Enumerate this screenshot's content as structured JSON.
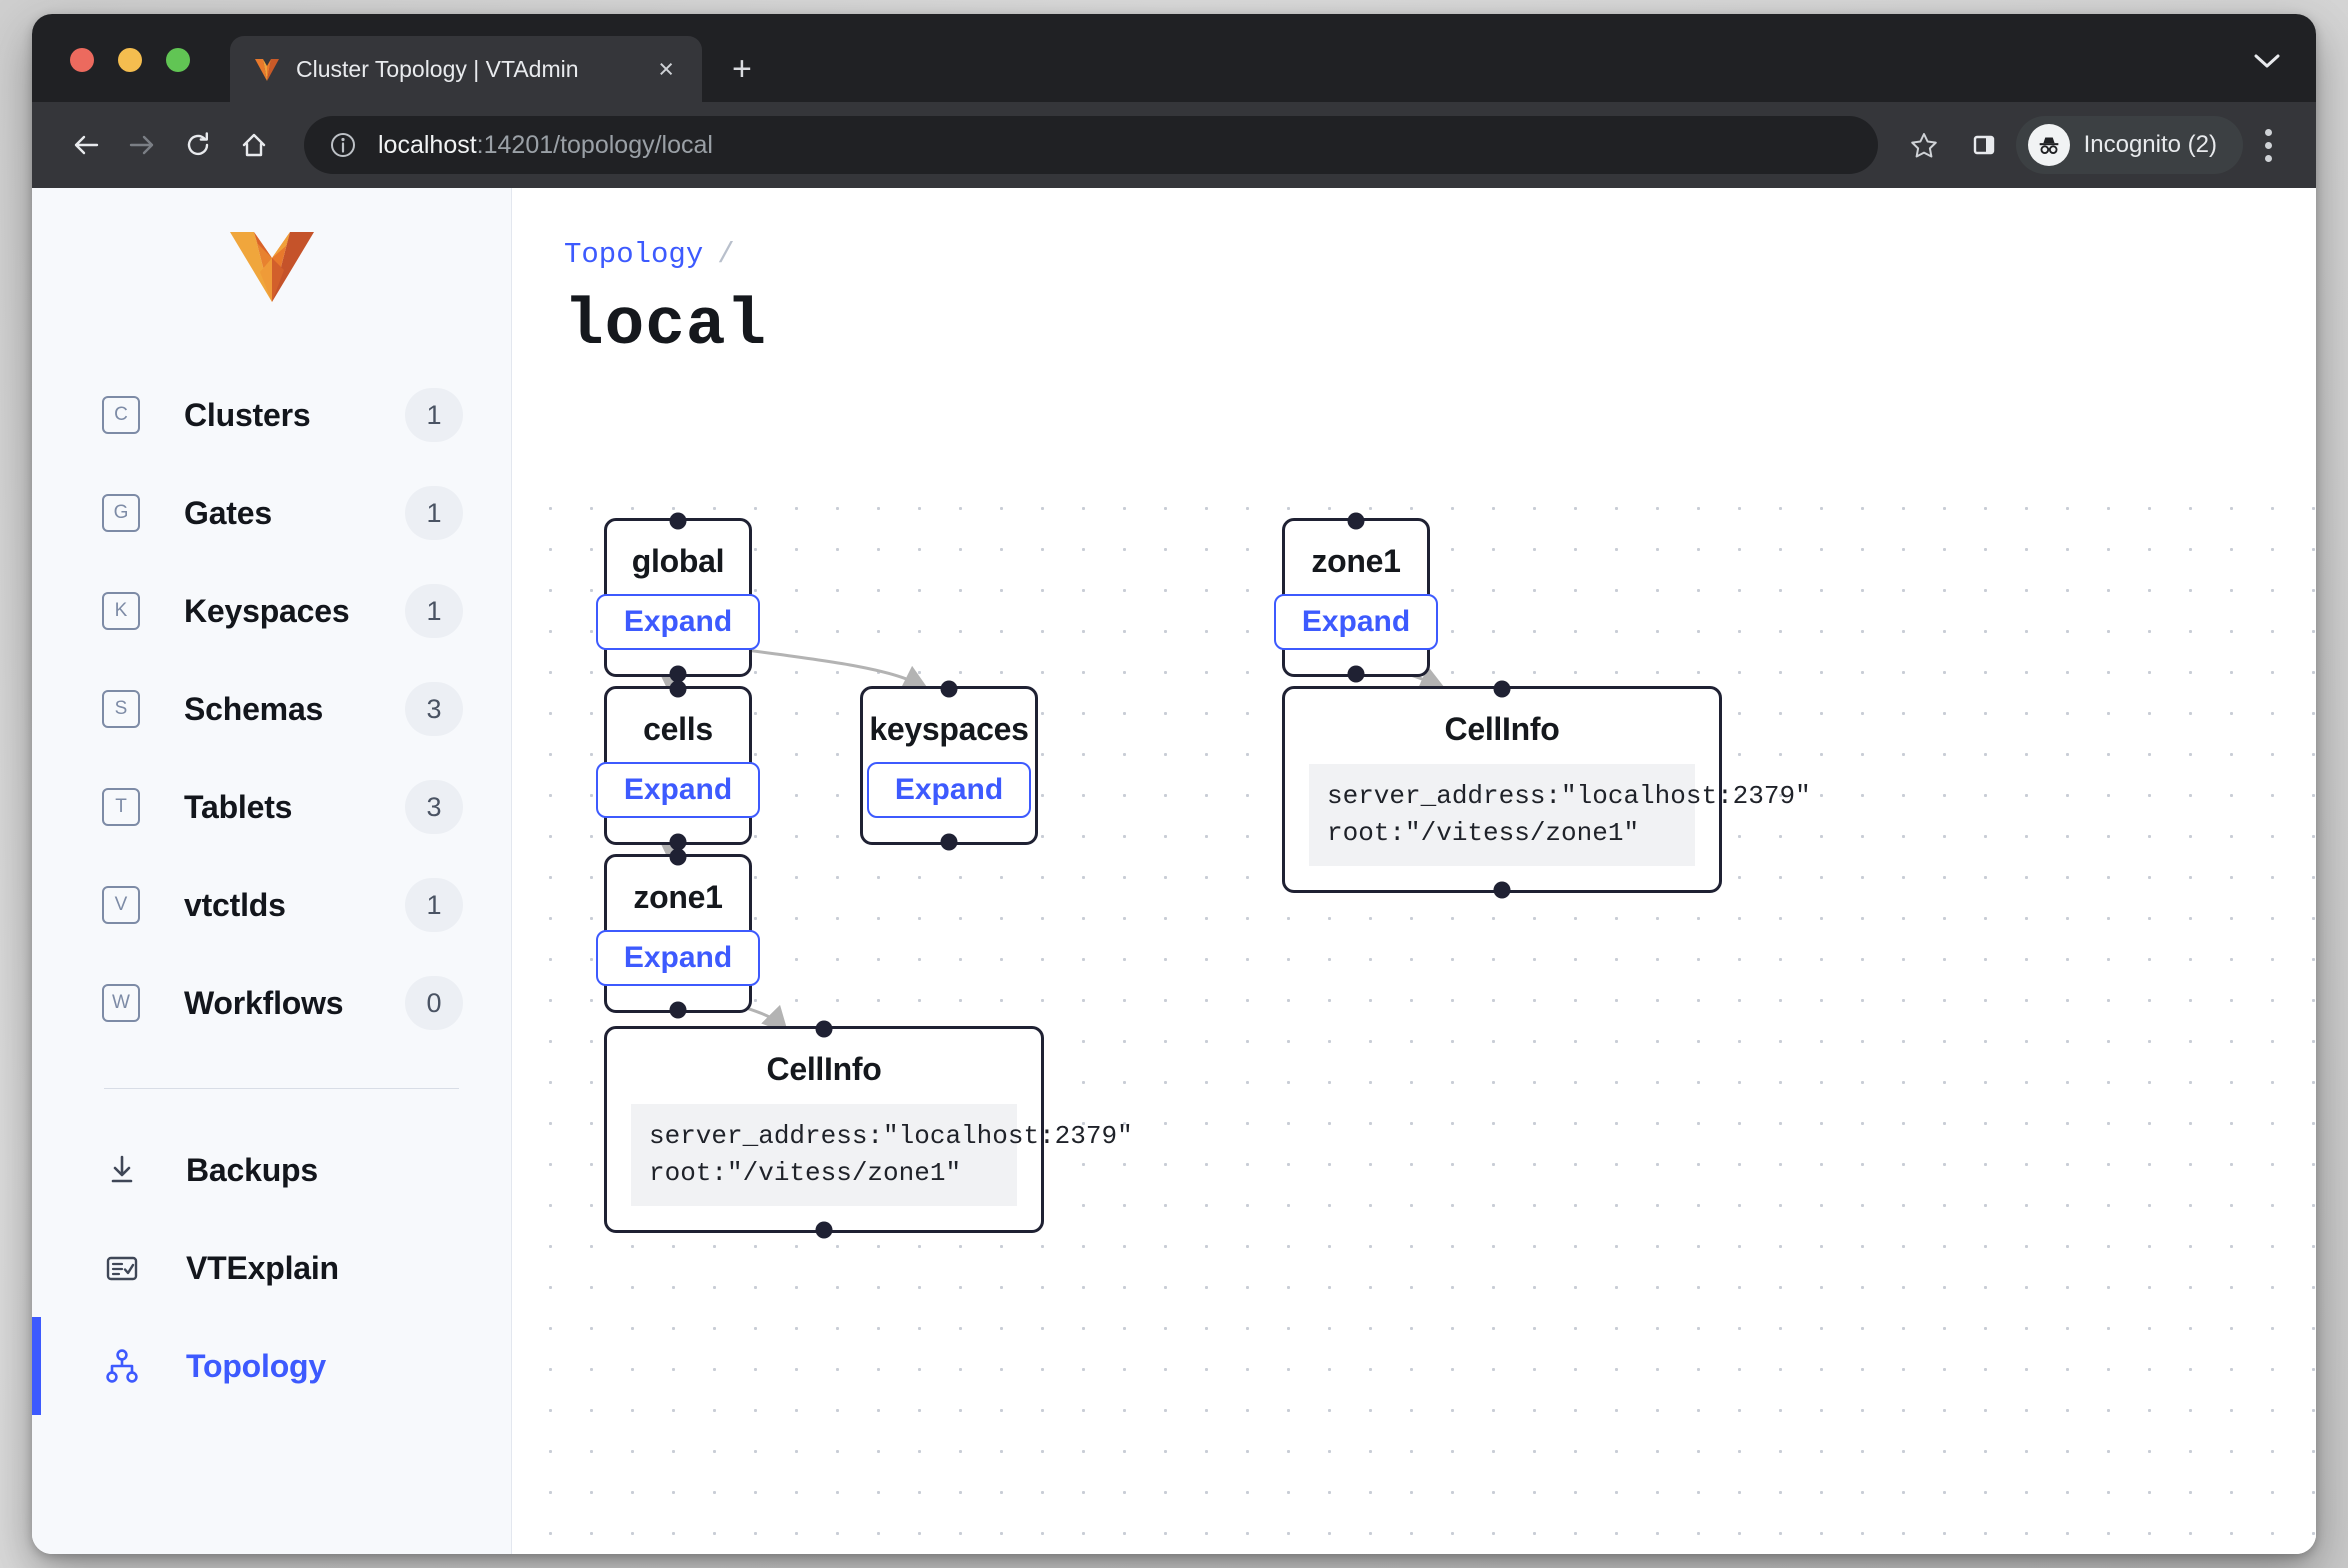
{
  "browser": {
    "tab": {
      "title": "Cluster Topology | VTAdmin",
      "favicon": "vitess-v-logo-icon",
      "close": "×"
    },
    "new_tab": "+",
    "toolbar": {
      "back": "back-arrow-icon",
      "forward": "forward-arrow-icon",
      "reload": "reload-icon",
      "home": "home-icon",
      "url_host": "localhost",
      "url_rest": ":14201/topology/local",
      "bookmark": "star-icon",
      "side_panel": "side-panel-icon",
      "profile_label": "Incognito (2)",
      "menu": "kebab-menu-icon"
    },
    "colors": {
      "tabstrip_bg": "#202124",
      "toolbar_bg": "#35363a",
      "omnibox_bg": "#202124"
    }
  },
  "sidebar": {
    "logo": "vitess-logo",
    "counted_items": [
      {
        "letter": "C",
        "label": "Clusters",
        "count": "1"
      },
      {
        "letter": "G",
        "label": "Gates",
        "count": "1"
      },
      {
        "letter": "K",
        "label": "Keyspaces",
        "count": "1"
      },
      {
        "letter": "S",
        "label": "Schemas",
        "count": "3"
      },
      {
        "letter": "T",
        "label": "Tablets",
        "count": "3"
      },
      {
        "letter": "V",
        "label": "vtctlds",
        "count": "1"
      },
      {
        "letter": "W",
        "label": "Workflows",
        "count": "0"
      }
    ],
    "tool_items": [
      {
        "label": "Backups",
        "icon": "download-icon",
        "active": false
      },
      {
        "label": "VTExplain",
        "icon": "checklist-icon",
        "active": false
      },
      {
        "label": "Topology",
        "icon": "topology-icon",
        "active": true
      }
    ],
    "accent": "#3d5afe"
  },
  "main": {
    "breadcrumb": {
      "root": "Topology",
      "separator": "/"
    },
    "title": "local"
  },
  "topology": {
    "expand_label": "Expand",
    "nodes": [
      {
        "id": "global",
        "title": "global",
        "type": "expandable"
      },
      {
        "id": "cells",
        "title": "cells",
        "type": "expandable"
      },
      {
        "id": "keyspaces",
        "title": "keyspaces",
        "type": "expandable"
      },
      {
        "id": "zone1_left",
        "title": "zone1",
        "type": "expandable"
      },
      {
        "id": "zone1_right",
        "title": "zone1",
        "type": "expandable"
      },
      {
        "id": "cellinfo_right",
        "title": "CellInfo",
        "type": "info",
        "code": "server_address:\"localhost:2379\"\nroot:\"/vitess/zone1\""
      },
      {
        "id": "cellinfo_bottom",
        "title": "CellInfo",
        "type": "info",
        "code": "server_address:\"localhost:2379\"\nroot:\"/vitess/zone1\""
      }
    ],
    "edges": [
      {
        "from": "global",
        "to": "cells"
      },
      {
        "from": "global",
        "to": "keyspaces"
      },
      {
        "from": "cells",
        "to": "zone1_left"
      },
      {
        "from": "zone1_left",
        "to": "cellinfo_bottom"
      },
      {
        "from": "zone1_right",
        "to": "cellinfo_right"
      }
    ],
    "node_border_color": "#1f2133",
    "edge_color": "#b3b3b3"
  }
}
